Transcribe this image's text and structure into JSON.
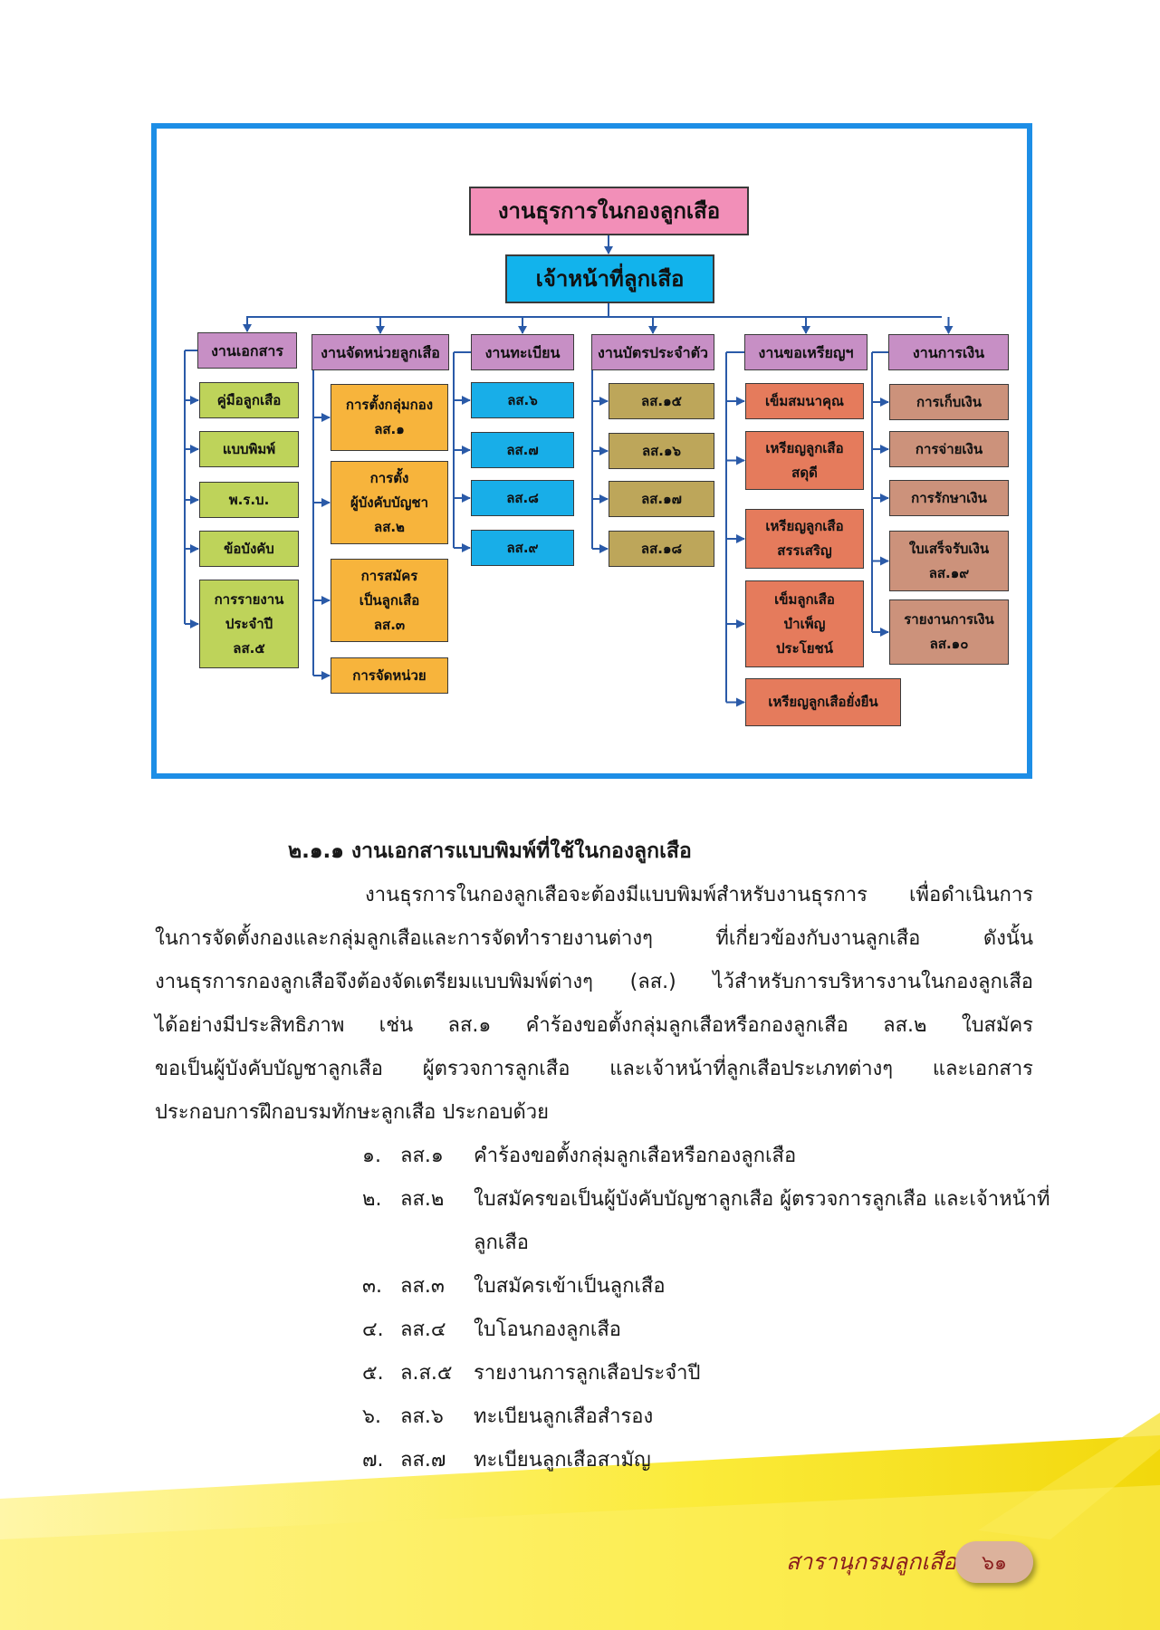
{
  "chart": {
    "title": "งานธุรการในกองลูกเสือ",
    "officer": "เจ้าหน้าที่ลูกเสือ",
    "columns": [
      {
        "header": "งานเอกสาร",
        "items": [
          "คู่มือลูกเสือ",
          "แบบพิมพ์",
          "พ.ร.บ.",
          "ข้อบังคับ",
          "การรายงาน\nประจำปี\nลส.๕"
        ]
      },
      {
        "header": "งานจัดหน่วยลูกเสือ",
        "items": [
          "การตั้งกลุ่มกอง\nลส.๑",
          "การตั้ง\nผู้บังคับบัญชา\nลส.๒",
          "การสมัคร\nเป็นลูกเสือ\nลส.๓",
          "การจัดหน่วย"
        ]
      },
      {
        "header": "งานทะเบียน",
        "items": [
          "ลส.๖",
          "ลส.๗",
          "ลส.๘",
          "ลส.๙"
        ]
      },
      {
        "header": "งานบัตรประจำตัว",
        "items": [
          "ลส.๑๕",
          "ลส.๑๖",
          "ลส.๑๗",
          "ลส.๑๘"
        ]
      },
      {
        "header": "งานขอเหรียญฯ",
        "items": [
          "เข็มสมนาคุณ",
          "เหรียญลูกเสือ\nสดุดี",
          "เหรียญลูกเสือ\nสรรเสริญ",
          "เข็มลูกเสือ\nบำเพ็ญ\nประโยชน์",
          "เหรียญลูกเสือยั่งยืน"
        ]
      },
      {
        "header": "งานการเงิน",
        "items": [
          "การเก็บเงิน",
          "การจ่ายเงิน",
          "การรักษาเงิน",
          "ใบเสร็จรับเงิน\nลส.๑๙",
          "รายงานการเงิน\nลส.๑๐"
        ]
      }
    ]
  },
  "section": {
    "heading": "๒.๑.๑  งานเอกสารแบบพิมพ์ที่ใช้ในกองลูกเสือ",
    "paragraph_lines": [
      "งานธุรการในกองลูกเสือจะต้องมีแบบพิมพ์สำหรับงานธุรการ เพื่อดำเนินการ",
      "ในการจัดตั้งกองและกลุ่มลูกเสือและการจัดทำรายงานต่างๆ ที่เกี่ยวข้องกับงานลูกเสือ ดังนั้น",
      "งานธุรการกองลูกเสือจึงต้องจัดเตรียมแบบพิมพ์ต่างๆ (ลส.) ไว้สำหรับการบริหารงานในกองลูกเสือ",
      "ได้อย่างมีประสิทธิภาพ เช่น ลส.๑ คำร้องขอตั้งกลุ่มลูกเสือหรือกองลูกเสือ ลส.๒ ใบสมัคร",
      "ขอเป็นผู้บังคับบัญชาลูกเสือ ผู้ตรวจการลูกเสือ และเจ้าหน้าที่ลูกเสือประเภทต่างๆ และเอกสาร",
      "ประกอบการฝึกอบรมทักษะลูกเสือ ประกอบด้วย"
    ],
    "list": [
      {
        "num": "๑.",
        "code": "ลส.๑",
        "desc": "คำร้องขอตั้งกลุ่มลูกเสือหรือกองลูกเสือ"
      },
      {
        "num": "๒.",
        "code": "ลส.๒",
        "desc": "ใบสมัครขอเป็นผู้บังคับบัญชาลูกเสือ ผู้ตรวจการลูกเสือ และเจ้าหน้าที่",
        "desc2": "ลูกเสือ"
      },
      {
        "num": "๓.",
        "code": "ลส.๓",
        "desc": "ใบสมัครเข้าเป็นลูกเสือ"
      },
      {
        "num": "๔.",
        "code": "ลส.๔",
        "desc": "ใบโอนกองลูกเสือ"
      },
      {
        "num": "๕.",
        "code": "ล.ส.๕",
        "desc": "รายงานการลูกเสือประจำปี"
      },
      {
        "num": "๖.",
        "code": "ลส.๖",
        "desc": "ทะเบียนลูกเสือสำรอง"
      },
      {
        "num": "๗.",
        "code": "ลส.๗",
        "desc": "ทะเบียนลูกเสือสามัญ"
      }
    ]
  },
  "footer": {
    "title": "สารานุกรมลูกเสือ",
    "page_number": "๖๑"
  }
}
